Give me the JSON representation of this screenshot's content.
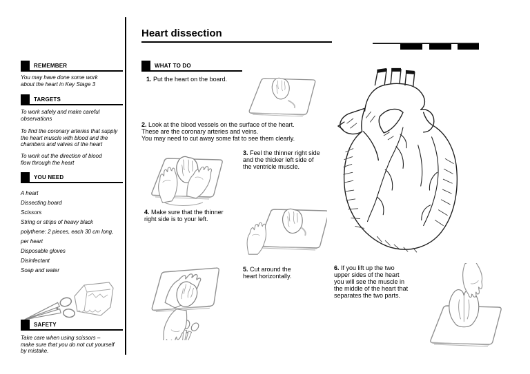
{
  "page": {
    "title": "Heart dissection"
  },
  "sidebar": {
    "remember": {
      "header": "REMEMBER",
      "text": "You may have done some work\nabout the heart in Key Stage 3"
    },
    "targets": {
      "header": "TARGETS",
      "paragraphs": [
        "To work safely and make careful\nobservations",
        "To find the coronary arteries that supply\nthe heart muscle with blood and the\nchambers and valves of the heart",
        "To work out the direction of blood\nflow through the heart"
      ]
    },
    "you_need": {
      "header": "YOU NEED",
      "items": [
        "A heart",
        "Dissecting board",
        "Scissors",
        "String or strips of heavy black",
        "polythene: 2 pieces, each 30 cm long,",
        "per heart",
        "Disposable gloves",
        "Disinfectant",
        "Soap and water"
      ]
    },
    "safety": {
      "header": "SAFETY",
      "text": "Take care when using scissors –\nmake sure that you do not cut yourself\nby mistake."
    }
  },
  "main": {
    "what_to_do": "WHAT TO DO",
    "steps": [
      {
        "num": "1.",
        "text": "Put the heart on the board."
      },
      {
        "num": "2.",
        "text": "Look at the blood vessels on the surface of the heart.\nThese are the coronary arteries and veins.\nYou may need to cut away some fat to see them clearly."
      },
      {
        "num": "3.",
        "text": "Feel the thinner right side\nand the thicker left side of\nthe ventricle muscle."
      },
      {
        "num": "4.",
        "text": "Make sure that the thinner\nright side is to your left."
      },
      {
        "num": "5.",
        "text": "Cut around the\nheart horizontally."
      },
      {
        "num": "6.",
        "text": "If you lift up the two\nupper sides of the heart\nyou will see the muscle in\nthe middle of the heart that\nseparates the two parts."
      }
    ]
  },
  "illustrations": {
    "step1": "heart on dissecting board",
    "step3": "hands feeling heart on board",
    "step4": "hand steadying board with heart",
    "step5": "hands cutting heart with scissors",
    "step6": "hand lifting cut heart on board",
    "anatomy": "anatomical heart line drawing",
    "sidebar_scissors": "scissors",
    "sidebar_gloves": "gloves package"
  },
  "colors": {
    "ink": "#000000",
    "sketch": "#909090"
  }
}
